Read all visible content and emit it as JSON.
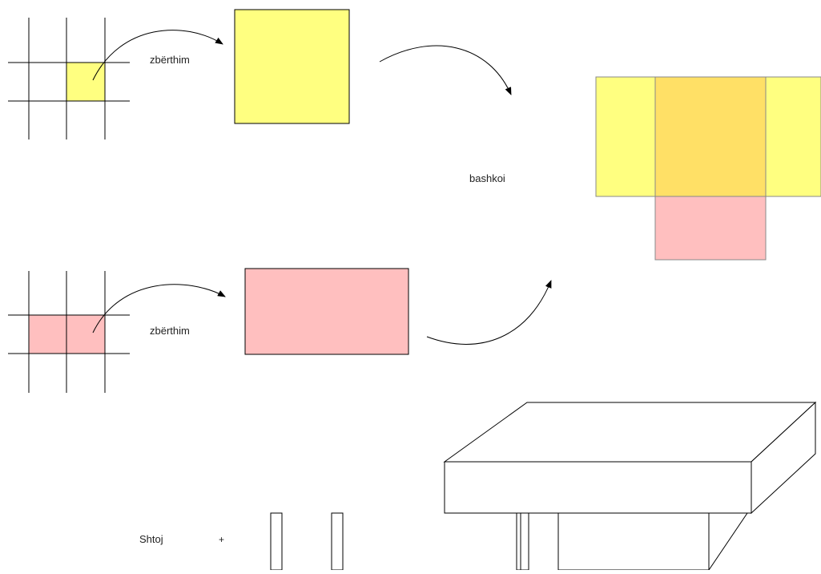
{
  "labels": {
    "split_top": "zbërthim",
    "split_bottom": "zbërthim",
    "join": "bashkoi",
    "add": "Shtoj",
    "plus": "+"
  },
  "colors": {
    "yellow": "#ffff80",
    "yellow_overlap": "#ffe066",
    "pink": "#ffbfbf",
    "stroke": "#000000",
    "edge": "#888888"
  }
}
